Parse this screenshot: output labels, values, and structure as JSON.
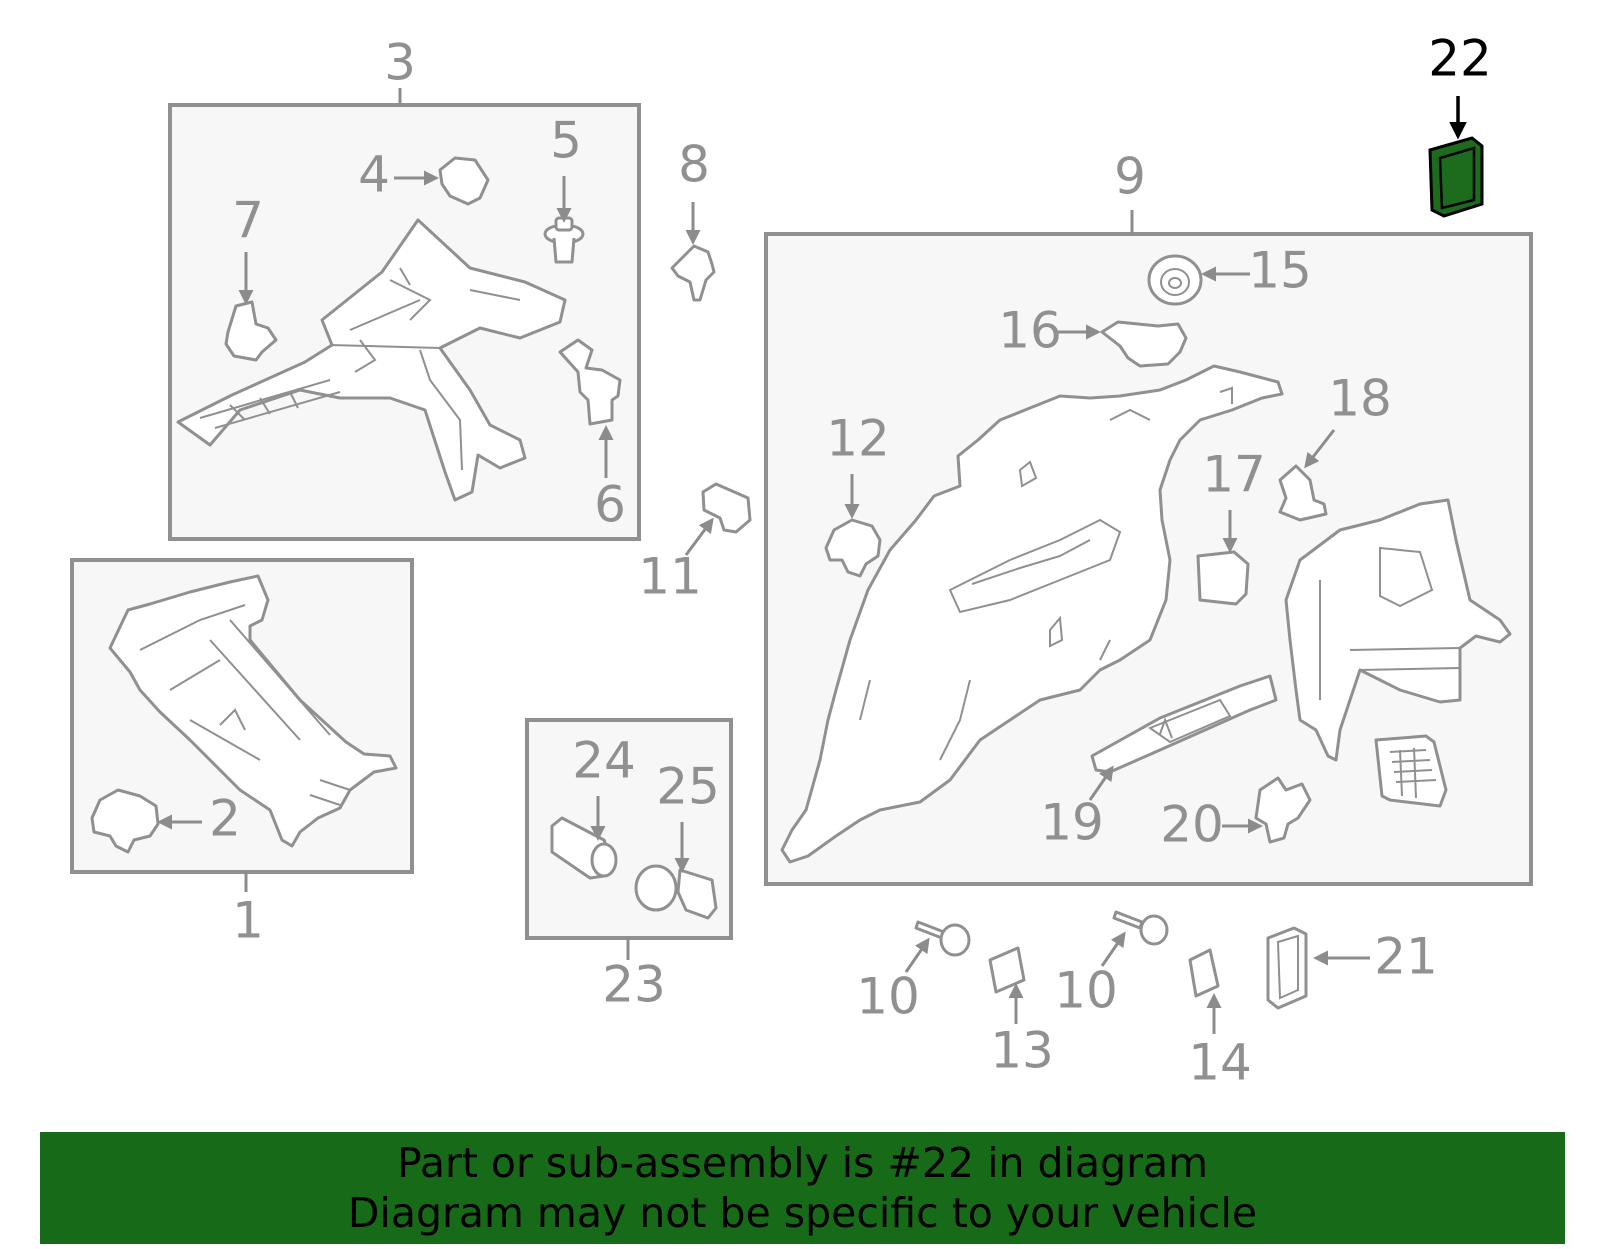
{
  "callouts": [
    "1",
    "2",
    "3",
    "4",
    "5",
    "6",
    "7",
    "8",
    "9",
    "10",
    "10",
    "11",
    "12",
    "13",
    "14",
    "15",
    "16",
    "17",
    "18",
    "19",
    "20",
    "21",
    "22",
    "23",
    "24",
    "25"
  ],
  "highlighted_callout": "22",
  "banner": {
    "line1": "Part or sub-assembly is #22 in diagram",
    "line2": "Diagram may not be specific to your vehicle"
  },
  "colors": {
    "highlight": "#176a17",
    "line": "#909090",
    "box_fill": "#f7f7f7"
  }
}
